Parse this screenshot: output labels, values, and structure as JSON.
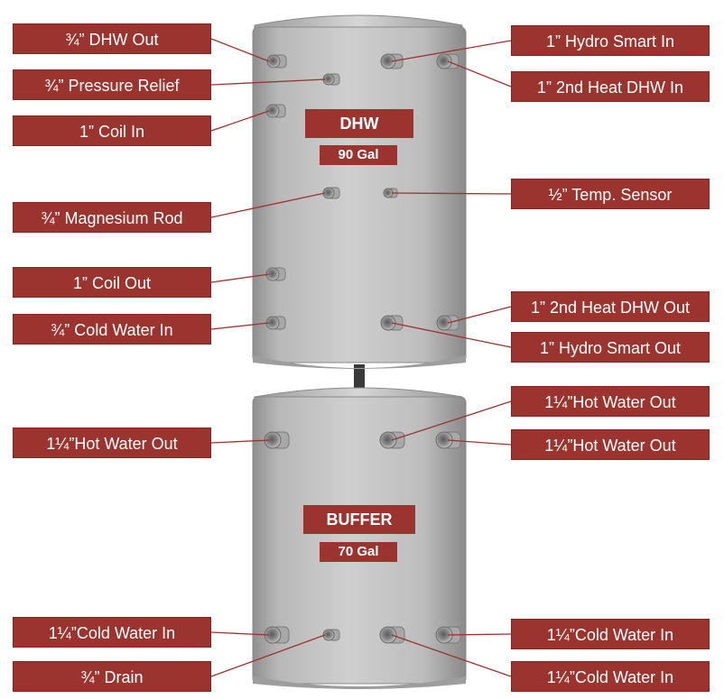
{
  "tanks": [
    {
      "name": "DHW",
      "capacity": "90 Gal"
    },
    {
      "name": "BUFFER",
      "capacity": "70 Gal"
    }
  ],
  "labels": [
    "¾” DHW Out",
    "¾” Pressure Relief",
    "1” Coil In",
    "¾” Magnesium Rod",
    "1” Coil Out",
    "¾” Cold Water In",
    "1” Hydro Smart In",
    "1” 2nd Heat DHW In",
    "½” Temp. Sensor",
    "1” 2nd Heat DHW Out",
    "1” Hydro Smart Out",
    "1¼”Hot Water Out",
    "1¼”Hot Water Out",
    "1¼”Hot Water Out",
    "1¼”Cold Water In",
    "¾” Drain",
    "1¼”Cold Water In",
    "1¼”Cold Water In"
  ],
  "colors": {
    "label_fill": "#9b342e",
    "label_text": "#ffffff",
    "tank_body": "#b9b9b9",
    "leader_line": "#9b342e"
  }
}
